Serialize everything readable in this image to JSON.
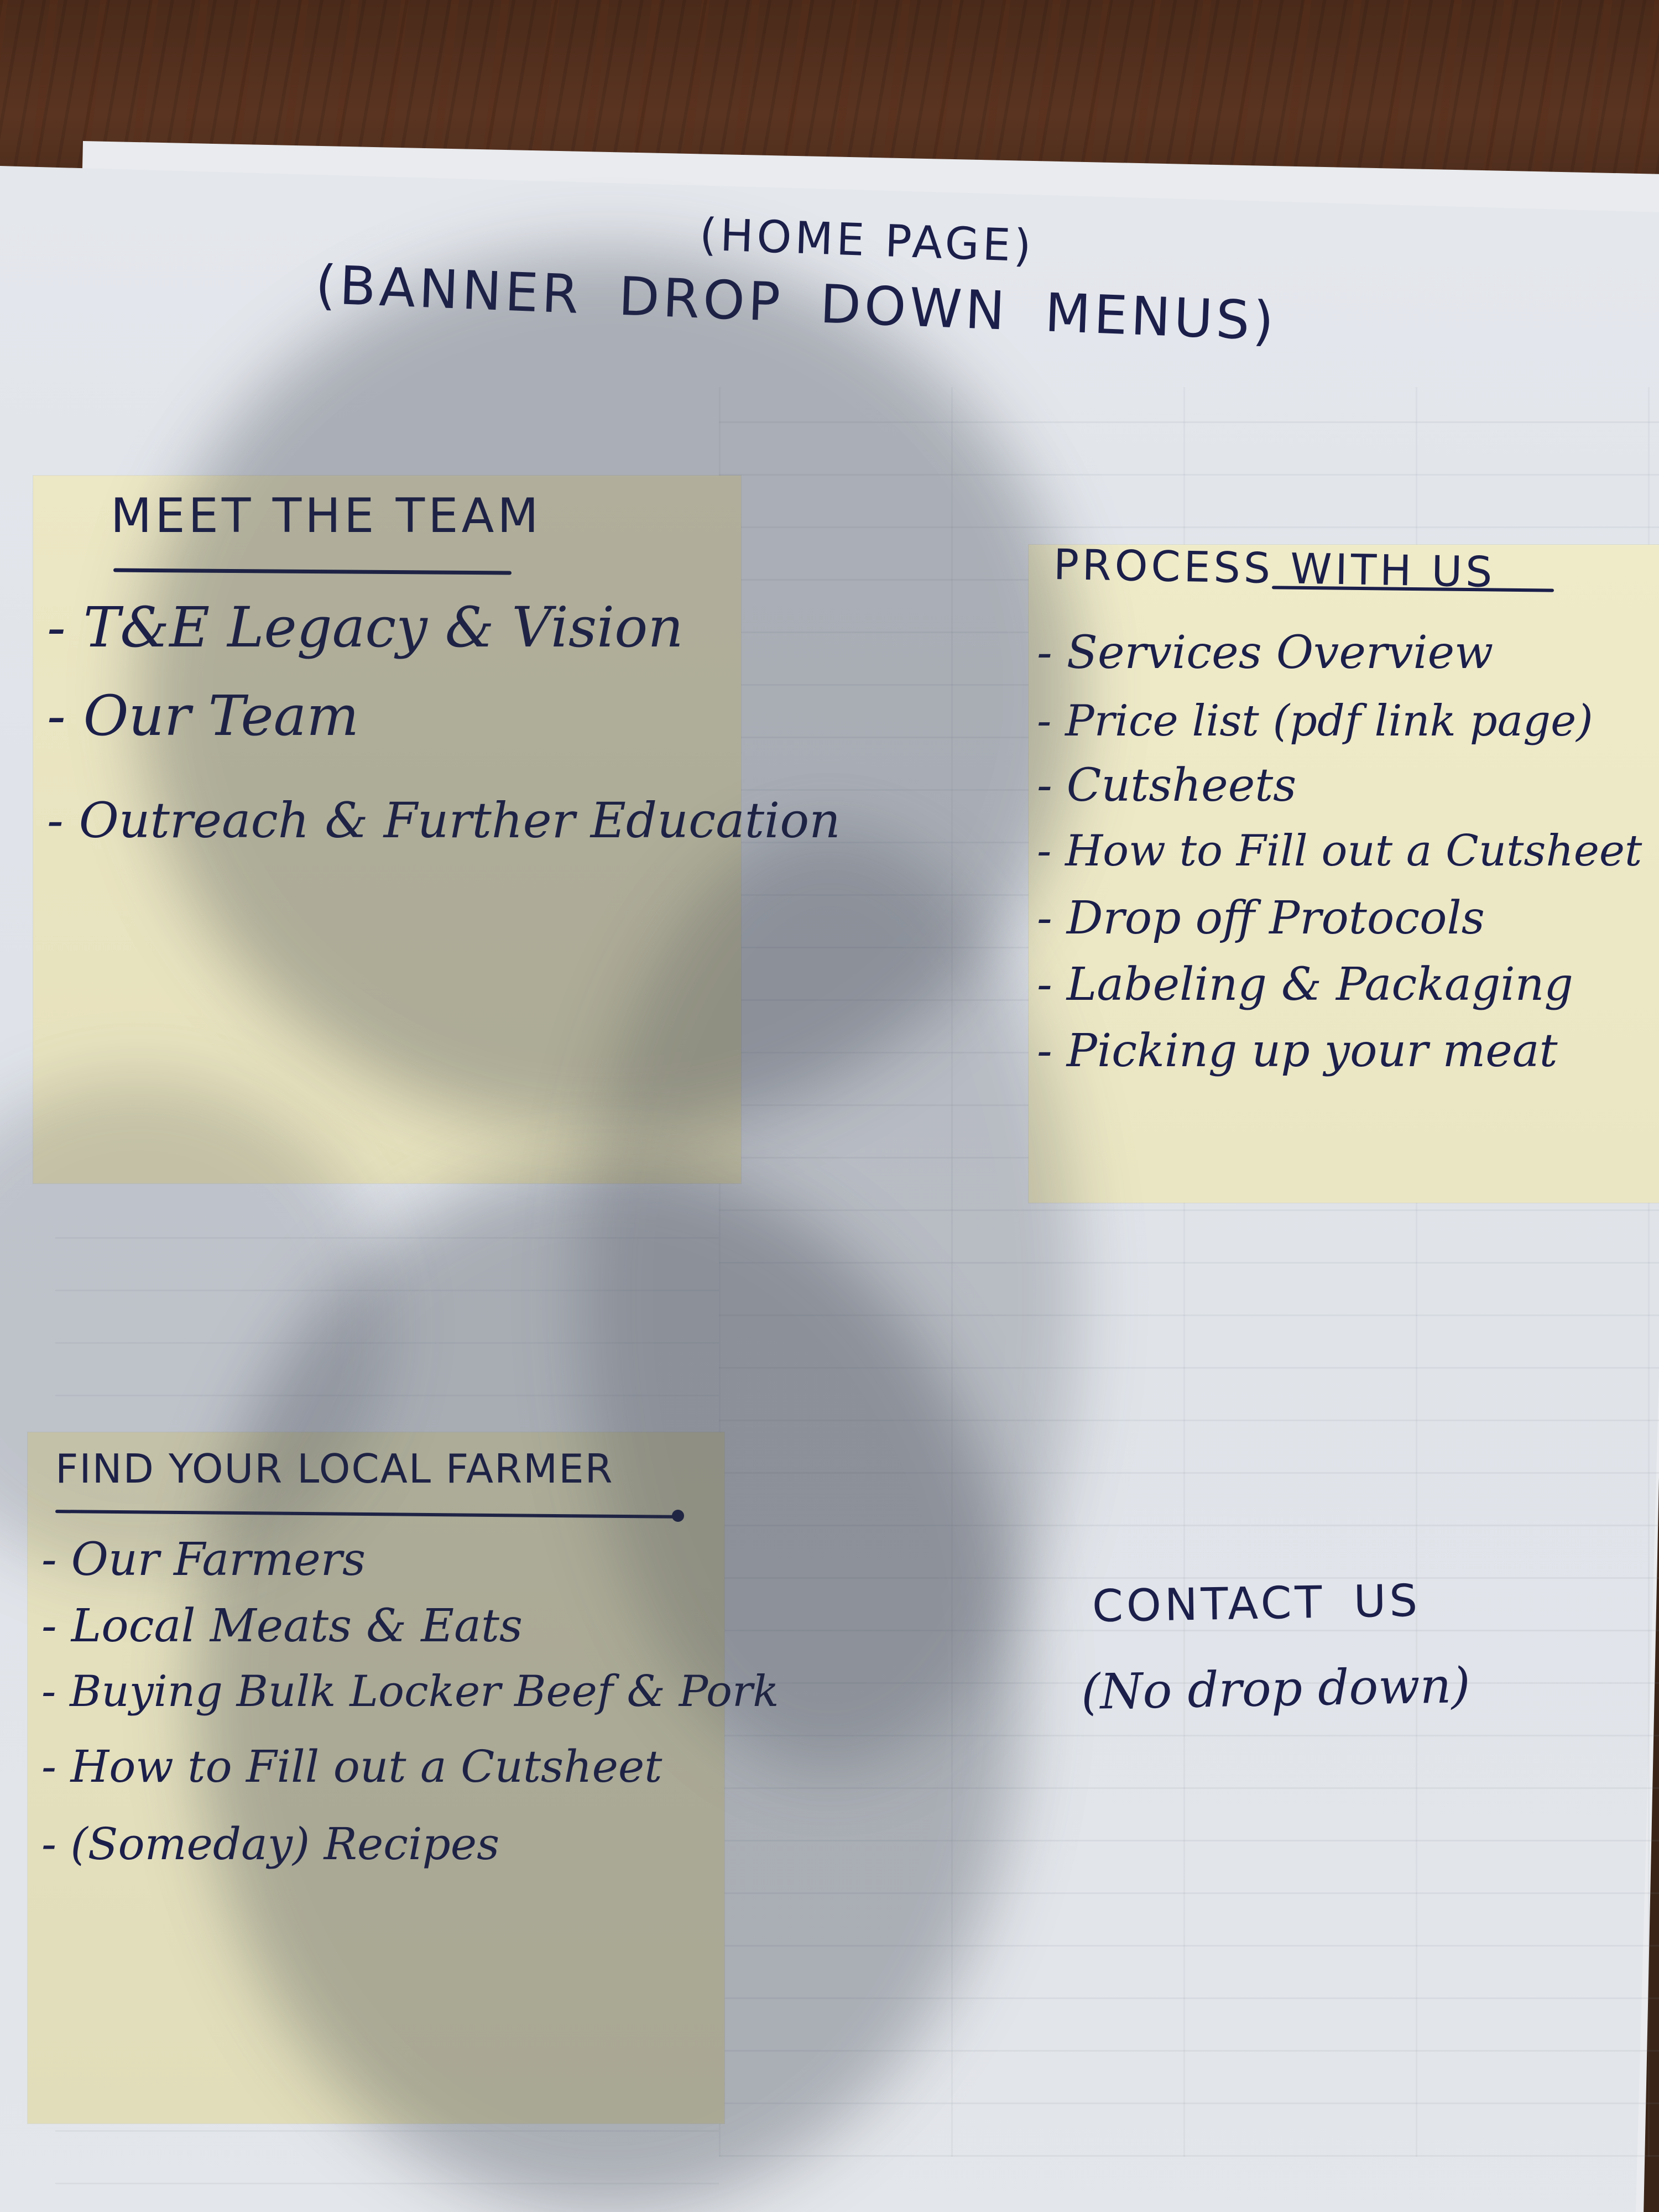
{
  "header": {
    "page_label": "(HOME PAGE)",
    "banner_label": "(BANNER  DROP DOWN  MENUS)"
  },
  "menus": [
    {
      "title": "MEET THE TEAM",
      "items": [
        "- T&E Legacy & Vision",
        "- Our Team",
        "- Outreach & Further Education"
      ]
    },
    {
      "title": "PROCESS WITH US",
      "items": [
        "- Services Overview",
        "- Price list (pdf link page)",
        "- Cutsheets",
        "- How to Fill out a Cutsheet",
        "- Drop off Protocols",
        "- Labeling & Packaging",
        "- Picking up your meat"
      ]
    },
    {
      "title": "FIND YOUR LOCAL FARMER",
      "items": [
        "- Our Farmers",
        "- Local Meats & Eats",
        "- Buying Bulk Locker Beef & Pork",
        "- How to Fill out a Cutsheet",
        "- (Someday) Recipes"
      ]
    }
  ],
  "contact": {
    "title": "CONTACT US",
    "note": "(No drop down)"
  }
}
